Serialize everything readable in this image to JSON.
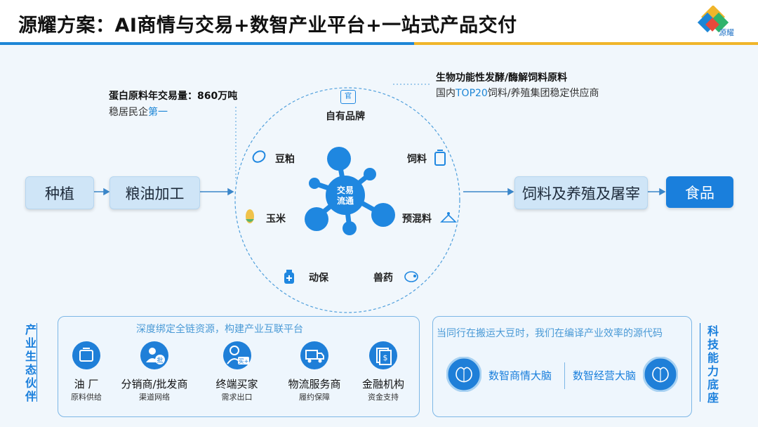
{
  "header": {
    "title": "源耀方案：AI商情与交易+数智产业平台+一站式产品交付",
    "logo_text": "源耀"
  },
  "flow": {
    "planting": "种植",
    "grain_oil": "粮油加工",
    "feed_breeding": "饲料及养殖及屠宰",
    "food": "食品"
  },
  "notes": {
    "left_bold": "蛋白原料年交易量：860万吨",
    "left_text_prefix": "稳居民企",
    "left_text_highlight": "第一",
    "right_bold": "生物功能性发酵/酶解饲料原料",
    "right_text_prefix": "国内",
    "right_text_highlight": "TOP20",
    "right_text_suffix": "饲料/养殖集团稳定供应商"
  },
  "hub": {
    "center_line1": "交易",
    "center_line2": "流通",
    "own_brand_badge": "官",
    "own_brand": "自有品牌",
    "soy_meal": "豆粕",
    "feed": "饲料",
    "corn": "玉米",
    "premix": "预混料",
    "animal_health": "动保",
    "vet_drug": "兽药"
  },
  "ecosystem": {
    "side_label": "产业生态伙伴",
    "title": "深度绑定全链资源，构建产业互联平台",
    "items": [
      {
        "name": "油 厂",
        "sub": "原料供给",
        "icon": "factory-icon"
      },
      {
        "name": "分销商/批发商",
        "sub": "渠道网络",
        "icon": "wholesale-icon",
        "badge": "批"
      },
      {
        "name": "终端买家",
        "sub": "需求出口",
        "icon": "buyer-icon",
        "badge": "买+"
      },
      {
        "name": "物流服务商",
        "sub": "履约保障",
        "icon": "truck-icon"
      },
      {
        "name": "金融机构",
        "sub": "资金支持",
        "icon": "finance-icon",
        "badge": "$"
      }
    ]
  },
  "tech": {
    "side_label": "科技能力底座",
    "title": "当同行在搬运大豆时，我们在编译产业效率的源代码",
    "brain1": "数智商情大脑",
    "brain2": "数智经营大脑"
  },
  "colors": {
    "accent": "#1d86d6",
    "gold": "#f0b52a",
    "node_blue": "#1f87e0"
  }
}
